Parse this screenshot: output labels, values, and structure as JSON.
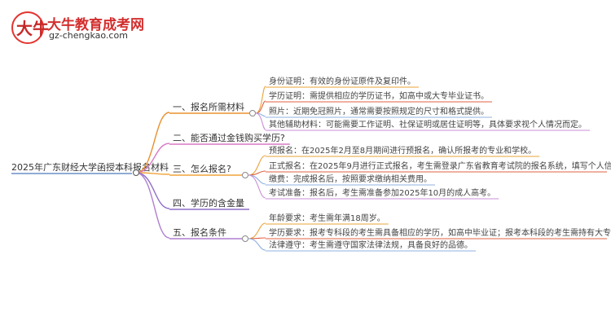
{
  "logo": {
    "glyph": "大牛",
    "title": "大牛教育成考网",
    "url": "gz-chengkao.com"
  },
  "root": {
    "label": "2025年广东财经大学函授本科报名材料"
  },
  "branches": [
    {
      "label": "一、报名所需材料",
      "color": "#e8912f",
      "children": [
        "身份证明：有效的身份证原件及复印件。",
        "学历证明：需提供相应的学历证书，如高中或大专毕业证书。",
        "照片：近期免冠照片，通常需要按照规定的尺寸和格式提供。",
        "其他辅助材料：可能需要工作证明、社保证明或居住证明等，具体要求视个人情况而定。"
      ]
    },
    {
      "label": "二、能否通过金钱购买学历?",
      "color": "#d978c4",
      "children": []
    },
    {
      "label": "三、怎么报名?",
      "color": "#f0a33a",
      "children": [
        "预报名：在2025年2月至8月期间进行预报名，确认所报考的专业和学校。",
        "正式报名：在2025年9月进行正式报名，考生需登录广东省教育考试院的报名系统，填写个人信息和志愿选项。",
        "缴费：完成报名后，按照要求缴纳相关费用。",
        "考试准备：报名后，考生需准备参加2025年10月的成人高考。"
      ]
    },
    {
      "label": "四、学历的含金量",
      "color": "#8e6fc7",
      "children": []
    },
    {
      "label": "五、报名条件",
      "color": "#b07fcf",
      "children": [
        "年龄要求：考生需年满18周岁。",
        "学历要求：报考专科段的考生需具备相应的学历，如高中毕业证；报考本科段的考生需持有大专毕业证。",
        "法律遵守：考生需遵守国家法律法规，具备良好的品德。"
      ]
    }
  ]
}
